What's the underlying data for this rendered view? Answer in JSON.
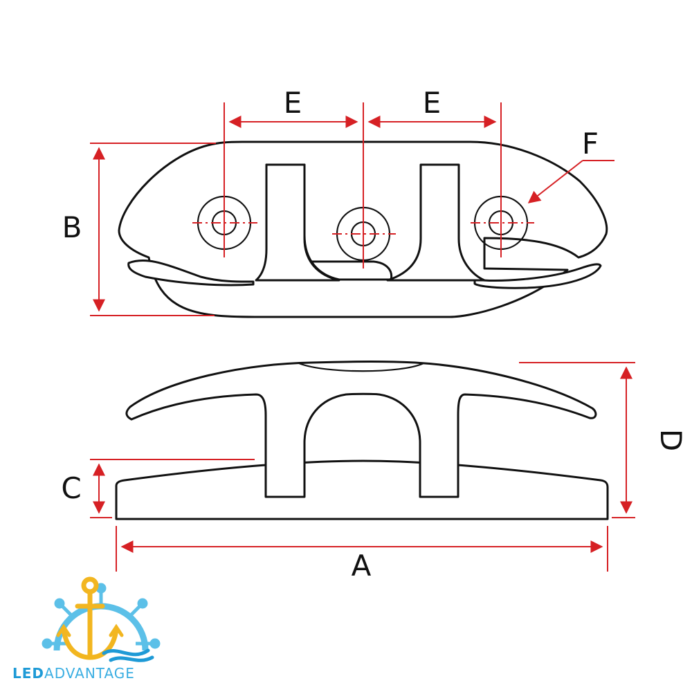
{
  "labels": {
    "a": "A",
    "b": "B",
    "c": "C",
    "d": "D",
    "e1": "E",
    "e2": "E",
    "f": "F"
  },
  "logo": {
    "text_bold": "LED",
    "text_light": "ADVANTAGE",
    "colors": {
      "text_bold": "#1e9ad6",
      "text_light": "#3aaee2",
      "anchor": "#f2b620",
      "wheel": "#5cc0e8",
      "waves": "#1e9ad6"
    }
  },
  "colors": {
    "outline": "#111111",
    "dimension": "#d62024",
    "background": "#ffffff"
  }
}
